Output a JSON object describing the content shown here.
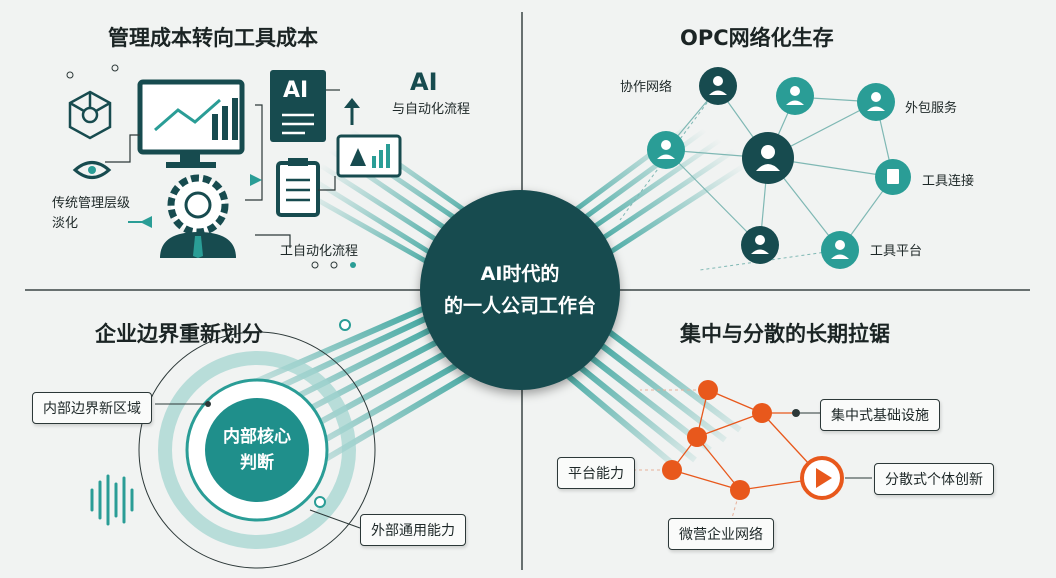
{
  "colors": {
    "teal": "#2a9d96",
    "dark": "#174b4f",
    "orange": "#e8581c",
    "line": "#2c3838"
  },
  "top_left": {
    "title": "管理成本转向工具成本",
    "ai_badge": "AI",
    "ai_big": "AI",
    "ai_sub": "与自动化流程",
    "traditional": [
      "传统管理层级",
      "淡化"
    ],
    "workflow": "工自动化流程"
  },
  "top_right": {
    "title": "OPC网络化生存",
    "nodes": [
      "协作网络",
      "外包服务",
      "工具连接",
      "工具平台"
    ]
  },
  "center": {
    "line1": "AI时代的",
    "line2": "的一人公司工作台"
  },
  "bottom_left": {
    "title": "企业边界重新划分",
    "inner_box": "内部边界新区域",
    "core": [
      "内部核心",
      "判断"
    ],
    "outer_box": "外部通用能力"
  },
  "bottom_right": {
    "title": "集中与分散的长期拉锯",
    "central": "集中式基础设施",
    "platform": "平台能力",
    "distributed": "分散式个体创新",
    "micro": "微营企业网络"
  }
}
